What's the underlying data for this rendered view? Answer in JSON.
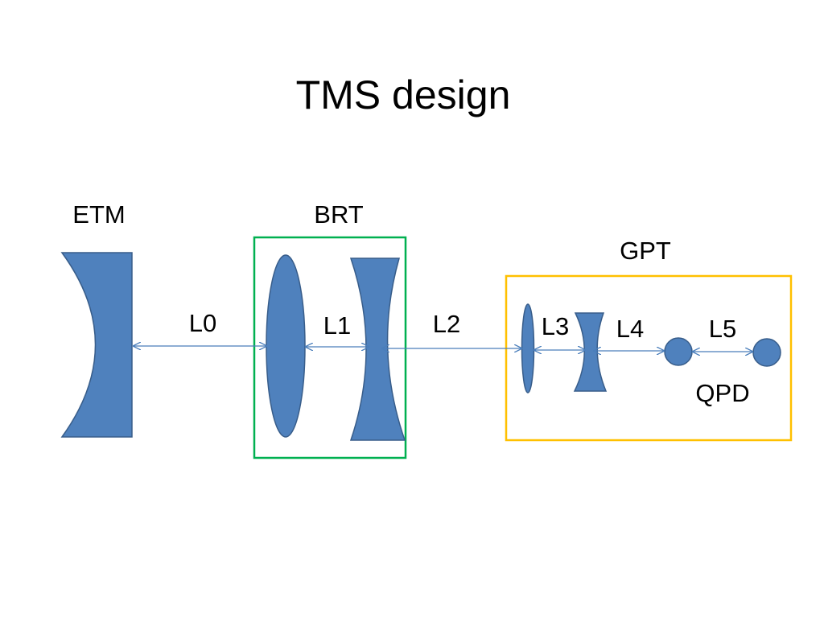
{
  "title": "TMS design",
  "labels": {
    "etm": "ETM",
    "brt": "BRT",
    "gpt": "GPT",
    "qpd": "QPD",
    "l0": "L0",
    "l1": "L1",
    "l2": "L2",
    "l3": "L3",
    "l4": "L4",
    "l5": "L5"
  },
  "colors": {
    "optic_fill": "#4f81bd",
    "optic_stroke": "#385d8a",
    "arrow": "#4a7ebb",
    "brt_box": "#00b050",
    "gpt_box": "#ffc000"
  }
}
